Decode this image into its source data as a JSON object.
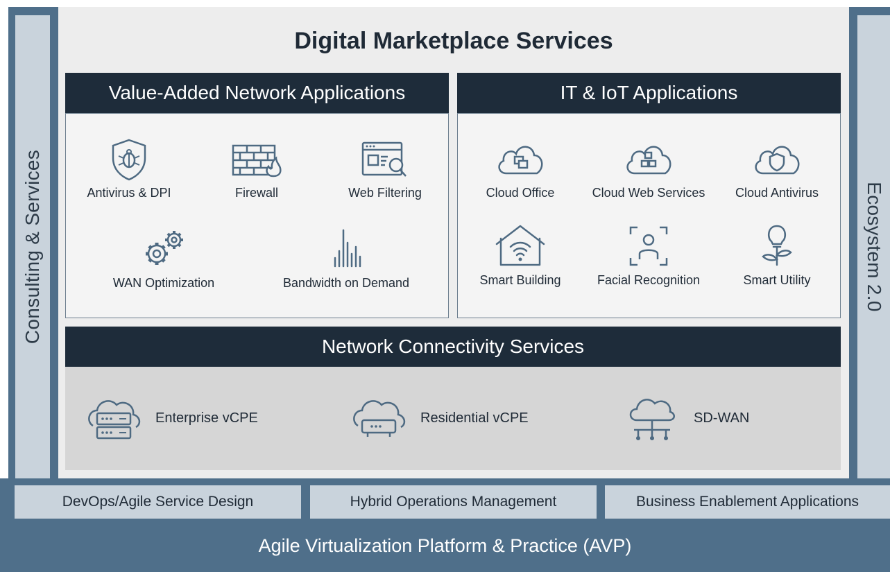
{
  "title": "Digital Marketplace Services",
  "left_pillar": "Consulting & Services",
  "right_pillar": "Ecosystem 2.0",
  "value_added": {
    "header": "Value-Added Network Applications",
    "items": [
      {
        "label": "Antivirus & DPI",
        "icon": "shield-bug-icon"
      },
      {
        "label": "Firewall",
        "icon": "brick-wall-flame-icon"
      },
      {
        "label": "Web Filtering",
        "icon": "browser-search-icon"
      },
      {
        "label": "WAN Optimization",
        "icon": "gears-icon"
      },
      {
        "label": "Bandwidth on Demand",
        "icon": "bandwidth-bars-icon"
      }
    ]
  },
  "it_iot": {
    "header": "IT & IoT Applications",
    "items": [
      {
        "label": "Cloud Office",
        "icon": "cloud-office-icon"
      },
      {
        "label": "Cloud Web Services",
        "icon": "cloud-grid-icon"
      },
      {
        "label": "Cloud Antivirus",
        "icon": "cloud-shield-icon"
      },
      {
        "label": "Smart Building",
        "icon": "house-wifi-icon"
      },
      {
        "label": "Facial Recognition",
        "icon": "face-scan-icon"
      },
      {
        "label": "Smart Utility",
        "icon": "bulb-plant-icon"
      }
    ]
  },
  "network": {
    "header": "Network Connectivity Services",
    "items": [
      {
        "label": "Enterprise vCPE",
        "icon": "cloud-server-icon"
      },
      {
        "label": "Residential vCPE",
        "icon": "cloud-router-icon"
      },
      {
        "label": "SD-WAN",
        "icon": "cloud-network-icon"
      }
    ]
  },
  "bottom": {
    "pills": [
      "DevOps/Agile Service Design",
      "Hybrid Operations Management",
      "Business Enablement Applications"
    ],
    "platform": "Agile Virtualization Platform & Practice (AVP)"
  },
  "colors": {
    "header_bg": "#1e2c3a",
    "pillar_blue": "#4f6f8a",
    "pillar_light": "#c9d3dc",
    "icon_stroke": "#4e6a82"
  }
}
